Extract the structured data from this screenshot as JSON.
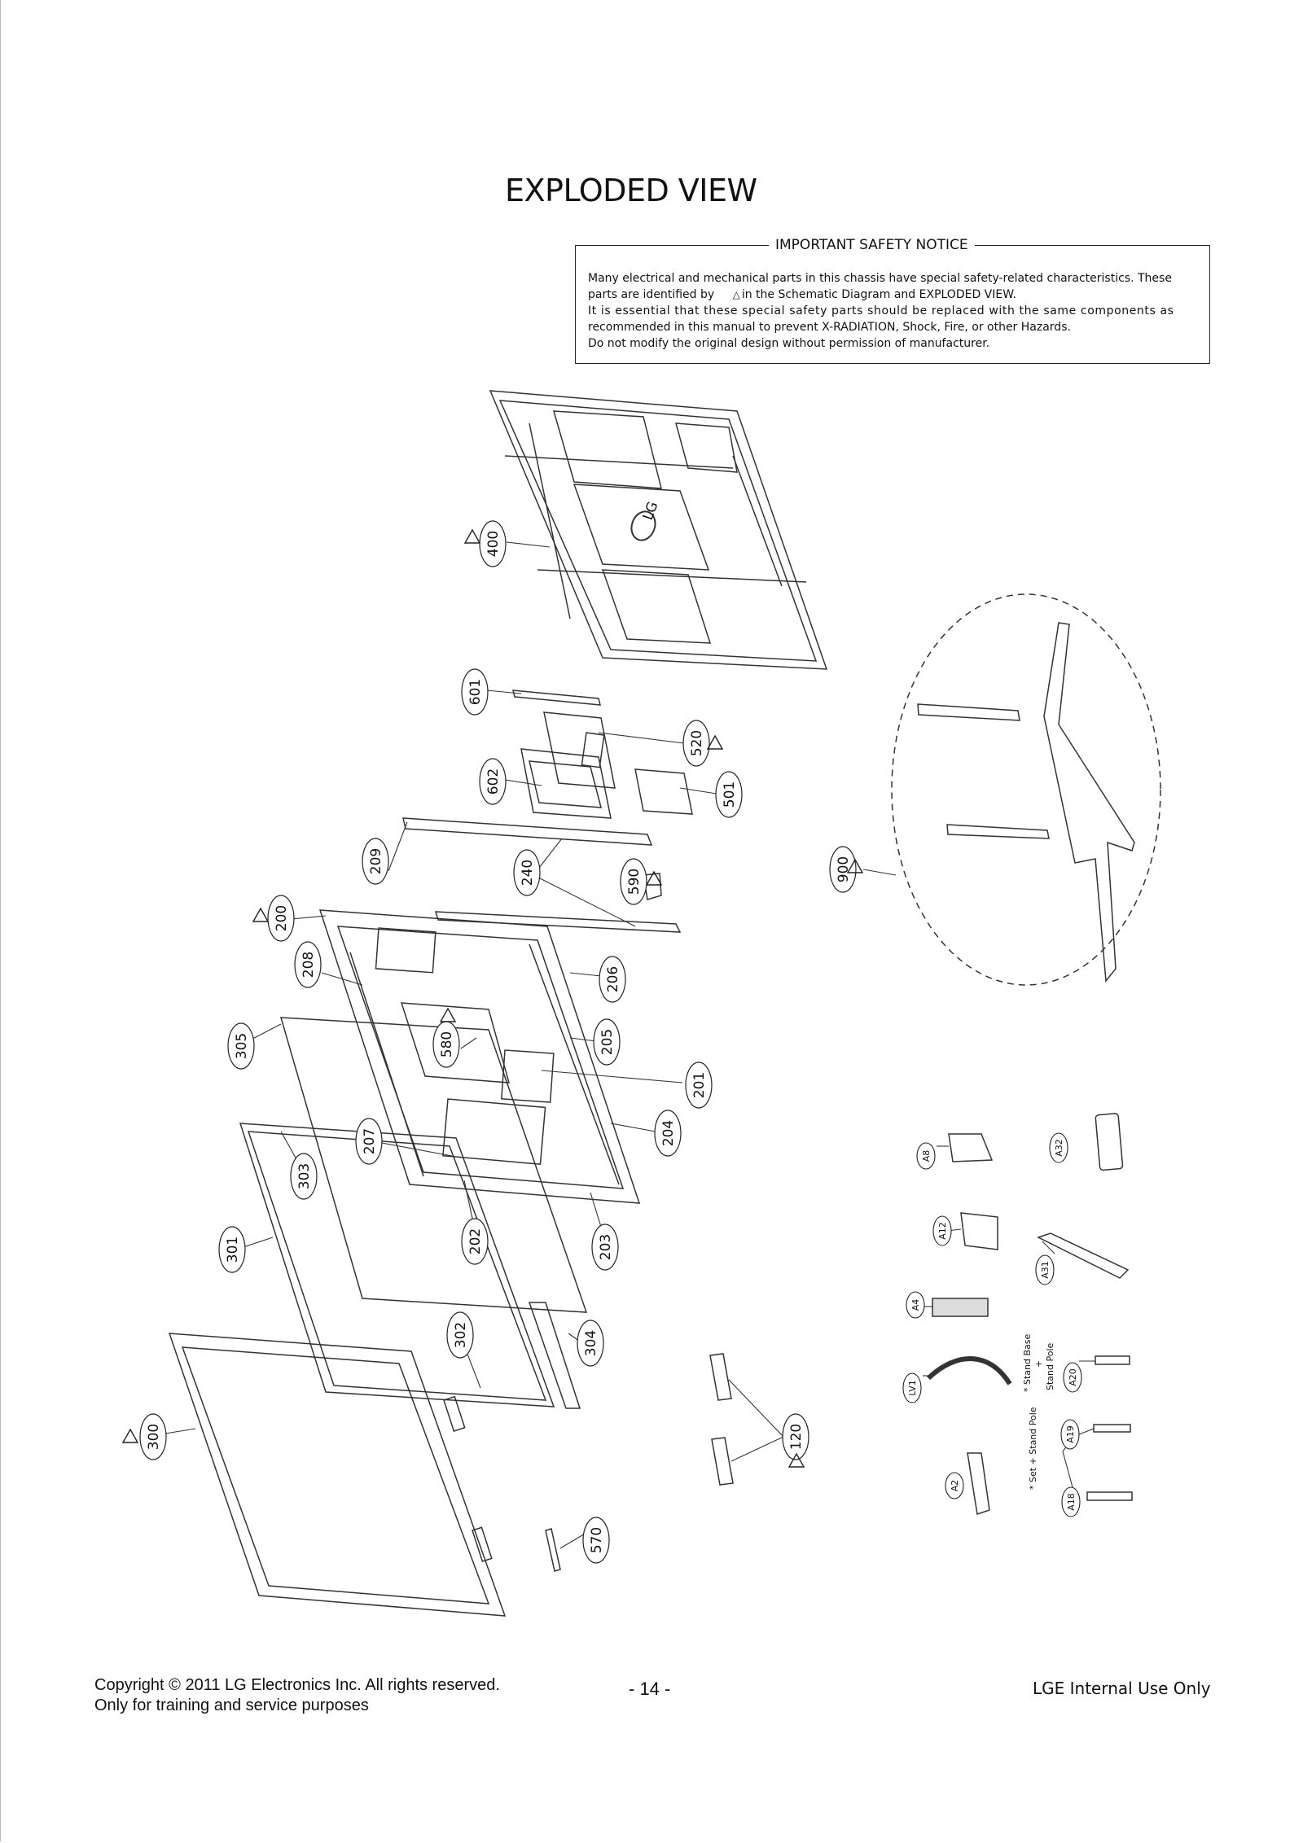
{
  "title": "EXPLODED VIEW",
  "notice": {
    "heading": "IMPORTANT SAFETY NOTICE",
    "line1": "Many electrical and mechanical parts in this chassis have special safety-related characteristics. These",
    "line2_pre": "parts are identified by",
    "line2_post": "in the Schematic Diagram and EXPLODED VIEW.",
    "line3": "It is essential that these special safety parts should be replaced with the same components as",
    "line4": "recommended in this manual to prevent X-RADIATION, Shock, Fire, or other Hazards.",
    "line5": "Do not modify the original design without permission of manufacturer."
  },
  "parts": {
    "p400": "400",
    "p601": "601",
    "p520": "520",
    "p602": "602",
    "p501": "501",
    "p209": "209",
    "p240": "240",
    "p590": "590",
    "p200": "200",
    "p208": "208",
    "p206": "206",
    "p305": "305",
    "p580": "580",
    "p205": "205",
    "p201": "201",
    "p207": "207",
    "p204": "204",
    "p303": "303",
    "p301": "301",
    "p202": "202",
    "p203": "203",
    "p302": "302",
    "p304": "304",
    "p300": "300",
    "p120": "120",
    "p570": "570",
    "p900": "900",
    "a8": "A8",
    "a32": "A32",
    "a12": "A12",
    "a31": "A31",
    "a4": "A4",
    "lv1": "LV1",
    "a20": "A20",
    "a19": "A19",
    "a18": "A18",
    "a2": "A2"
  },
  "screw_notes": {
    "base_pole_1": "* Stand Base",
    "base_pole_2": "+",
    "base_pole_3": "Stand Pole",
    "set_pole": "* Set + Stand Pole"
  },
  "logo_text": "LG",
  "footer": {
    "copyright": "Copyright © 2011 LG Electronics Inc. All rights reserved.",
    "purpose": "Only for training and service purposes",
    "page": "- 14 -",
    "internal": "LGE Internal Use Only"
  }
}
